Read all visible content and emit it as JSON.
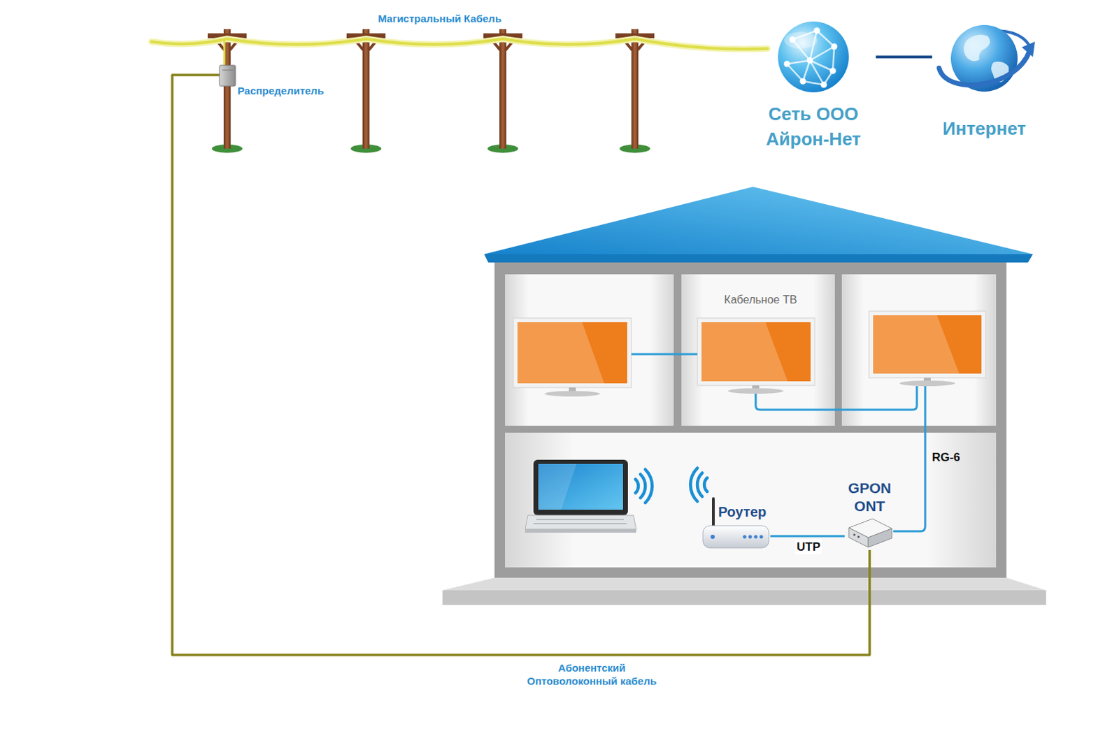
{
  "diagram": {
    "nodes": [
      {
        "text": [
          "Распределитель"
        ]
      },
      {
        "text": [
          "Сеть ООО Айрон-Нет"
        ]
      },
      {
        "text": [
          "Интернет"
        ]
      },
      {
        "text": [
          "Роутер"
        ]
      },
      {
        "text": [
          "GPON ONT"
        ]
      }
    ],
    "edges": [
      {
        "from": 1,
        "to": 2,
        "arrow": "none"
      },
      {
        "from": 4,
        "to": 3,
        "arrow": "none",
        "label": "UTP"
      },
      {
        "from": 0,
        "to": 4,
        "arrow": "none",
        "label": "Абонентский Оптоволоконный кабель"
      }
    ],
    "labels": [
      "Магистральный Кабель",
      "Кабельное ТВ",
      "RG-6"
    ]
  }
}
